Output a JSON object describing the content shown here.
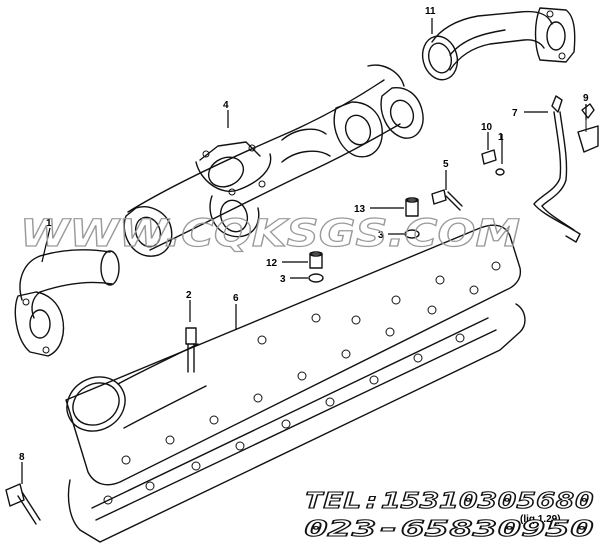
{
  "callouts": [
    "11",
    "4",
    "7",
    "9",
    "10",
    "1",
    "5",
    "13",
    "3",
    "12",
    "3",
    "2",
    "6",
    "1",
    "8"
  ],
  "watermark": "WWW.CQKSGS.COM",
  "contact": {
    "tel": "TEL:15310305680",
    "phone2": "023-65830950",
    "stamp": "(liq.1.29)"
  }
}
